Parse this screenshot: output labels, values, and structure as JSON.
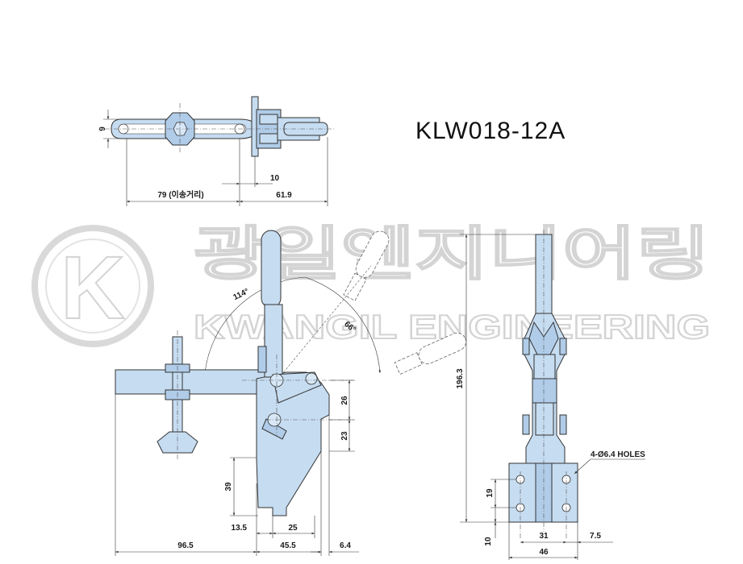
{
  "title": {
    "model": "KLW018-12A"
  },
  "watermark": {
    "korean": "광일엔지니어링",
    "english": "KWANGIL ENGINEERING",
    "logo_letter": "K"
  },
  "top_view": {
    "dims": {
      "height": "9",
      "travel": "79 (이송거리)",
      "offset": "10",
      "length": "61.9"
    }
  },
  "side_view": {
    "angles": {
      "open": "114°",
      "handle": "66°"
    },
    "dims": {
      "upper": "26",
      "lower": "23",
      "height": "39",
      "base_left": "13.5",
      "base_width": "25",
      "reach": "96.5",
      "body": "45.5",
      "edge": "6.4"
    }
  },
  "front_view": {
    "dims": {
      "total_height": "196.3",
      "hole_pitch_v": "19",
      "bottom": "10",
      "hole_pitch_h": "31",
      "side": "7.5",
      "width": "46"
    },
    "holes_note": "4-Ø6.4 HOLES"
  }
}
